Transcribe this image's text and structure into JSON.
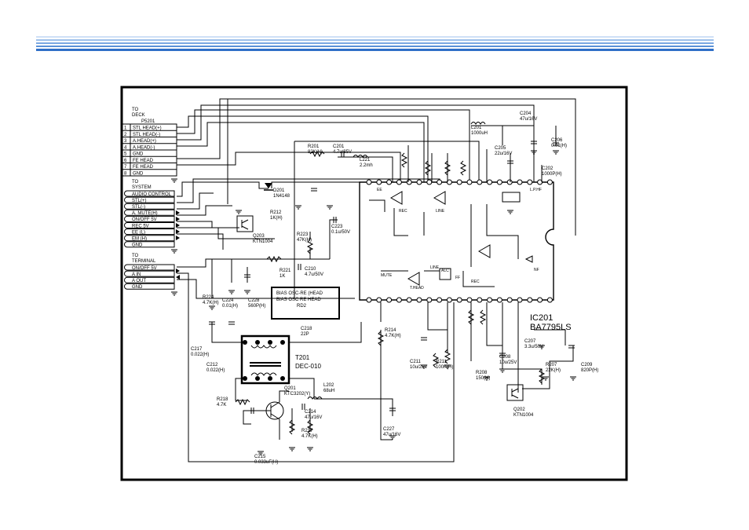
{
  "colors": {
    "header_blue": "#2f6fc7",
    "header_light": "#cfe0f6",
    "ink": "#000000"
  },
  "connectors": {
    "deck": {
      "to_label": "TO",
      "name": "DECK",
      "ref": "P5201",
      "pins": [
        {
          "num": "1",
          "label": "STL HEAD(+)"
        },
        {
          "num": "2",
          "label": "STL HEAD(-)"
        },
        {
          "num": "3",
          "label": "A.HEAD(+)"
        },
        {
          "num": "4",
          "label": "A.HEAD(-)"
        },
        {
          "num": "5",
          "label": "GND"
        },
        {
          "num": "6",
          "label": "FE HEAD"
        },
        {
          "num": "7",
          "label": "FE HEAD"
        },
        {
          "num": "8",
          "label": "GND"
        }
      ]
    },
    "system": {
      "to_label": "TO",
      "name": "SYSTEM",
      "pins": [
        {
          "label": "AUDIO CONTROL"
        },
        {
          "label": "STL(+)"
        },
        {
          "label": "STL(-)"
        },
        {
          "label": "A. MUTE(H)"
        },
        {
          "label": "ON/OFF 5V"
        },
        {
          "label": "REC 5V"
        },
        {
          "label": "EE (L)"
        },
        {
          "label": "EM (H)"
        },
        {
          "label": "GND"
        }
      ]
    },
    "terminal": {
      "to_label": "TO",
      "name": "TERMINAL",
      "pins": [
        {
          "label": "ON/OFF 5V"
        },
        {
          "label": "A IN"
        },
        {
          "label": "A OUT"
        },
        {
          "label": "GND"
        }
      ]
    }
  },
  "ic": {
    "ref": "IC201",
    "part": "BA7795LS"
  },
  "transformer": {
    "ref": "T201",
    "part": "DEC-010"
  },
  "bias_note": {
    "line1": "BIAS OSC-RE (HEAD",
    "line2": "BIAS OSC RE HEAD",
    "line3": "RD2"
  },
  "components": [
    {
      "ref": "D201",
      "value": "1N4148"
    },
    {
      "ref": "R212",
      "value": "1K(H)"
    },
    {
      "ref": "Q203",
      "value": "KTN1004"
    },
    {
      "ref": "R221",
      "value": "1K"
    },
    {
      "ref": "R223",
      "value": "47K(H)"
    },
    {
      "ref": "C223",
      "value": "0.1u/50V"
    },
    {
      "ref": "R224",
      "value": "4.7K(H)"
    },
    {
      "ref": "C224",
      "value": "0.01(H)"
    },
    {
      "ref": "C228",
      "value": "560P(H)"
    },
    {
      "ref": "C210",
      "value": "4.7u/50V"
    },
    {
      "ref": "C217",
      "value": "0.022(H)"
    },
    {
      "ref": "C212",
      "value": "0.022(H)"
    },
    {
      "ref": "C218",
      "value": "22P"
    },
    {
      "ref": "R214",
      "value": "4.7K(H)"
    },
    {
      "ref": "L202",
      "value": "68uH"
    },
    {
      "ref": "Q201",
      "value": "KTC3202(Y)"
    },
    {
      "ref": "C214",
      "value": "47u/16V"
    },
    {
      "ref": "C215",
      "value": "0.033uF(H)"
    },
    {
      "ref": "R218",
      "value": "4.7K"
    },
    {
      "ref": "R217",
      "value": "4.7K(H)"
    },
    {
      "ref": "C227",
      "value": "47u/16V"
    },
    {
      "ref": "C204",
      "value": "47u/16V"
    },
    {
      "ref": "L201",
      "value": "1000uH"
    },
    {
      "ref": "C205",
      "value": "22u/16V"
    },
    {
      "ref": "C206",
      "value": "0.01(H)"
    },
    {
      "ref": "C202",
      "value": "1000P(H)"
    },
    {
      "ref": "R201",
      "value": "82K(H)"
    },
    {
      "ref": "C201",
      "value": "4.7u/35V"
    },
    {
      "ref": "L221",
      "value": "2.2mh"
    },
    {
      "ref": "C211",
      "value": "10u/25V"
    },
    {
      "ref": "R211",
      "value": "100K(H)"
    },
    {
      "ref": "C207",
      "value": "3.3u/50V"
    },
    {
      "ref": "R208",
      "value": "150(H)"
    },
    {
      "ref": "C208",
      "value": "10u/25V"
    },
    {
      "ref": "R207",
      "value": "22K(H)"
    },
    {
      "ref": "C209",
      "value": "820P(H)"
    },
    {
      "ref": "Q202",
      "value": "KTN1004"
    }
  ],
  "ic_pin_labels": [
    "EE",
    "REC",
    "LINE",
    "MUTE",
    "T.HEAD",
    "LINE",
    "ALC",
    "FF",
    "REC",
    "L.P.HF",
    "NF"
  ]
}
